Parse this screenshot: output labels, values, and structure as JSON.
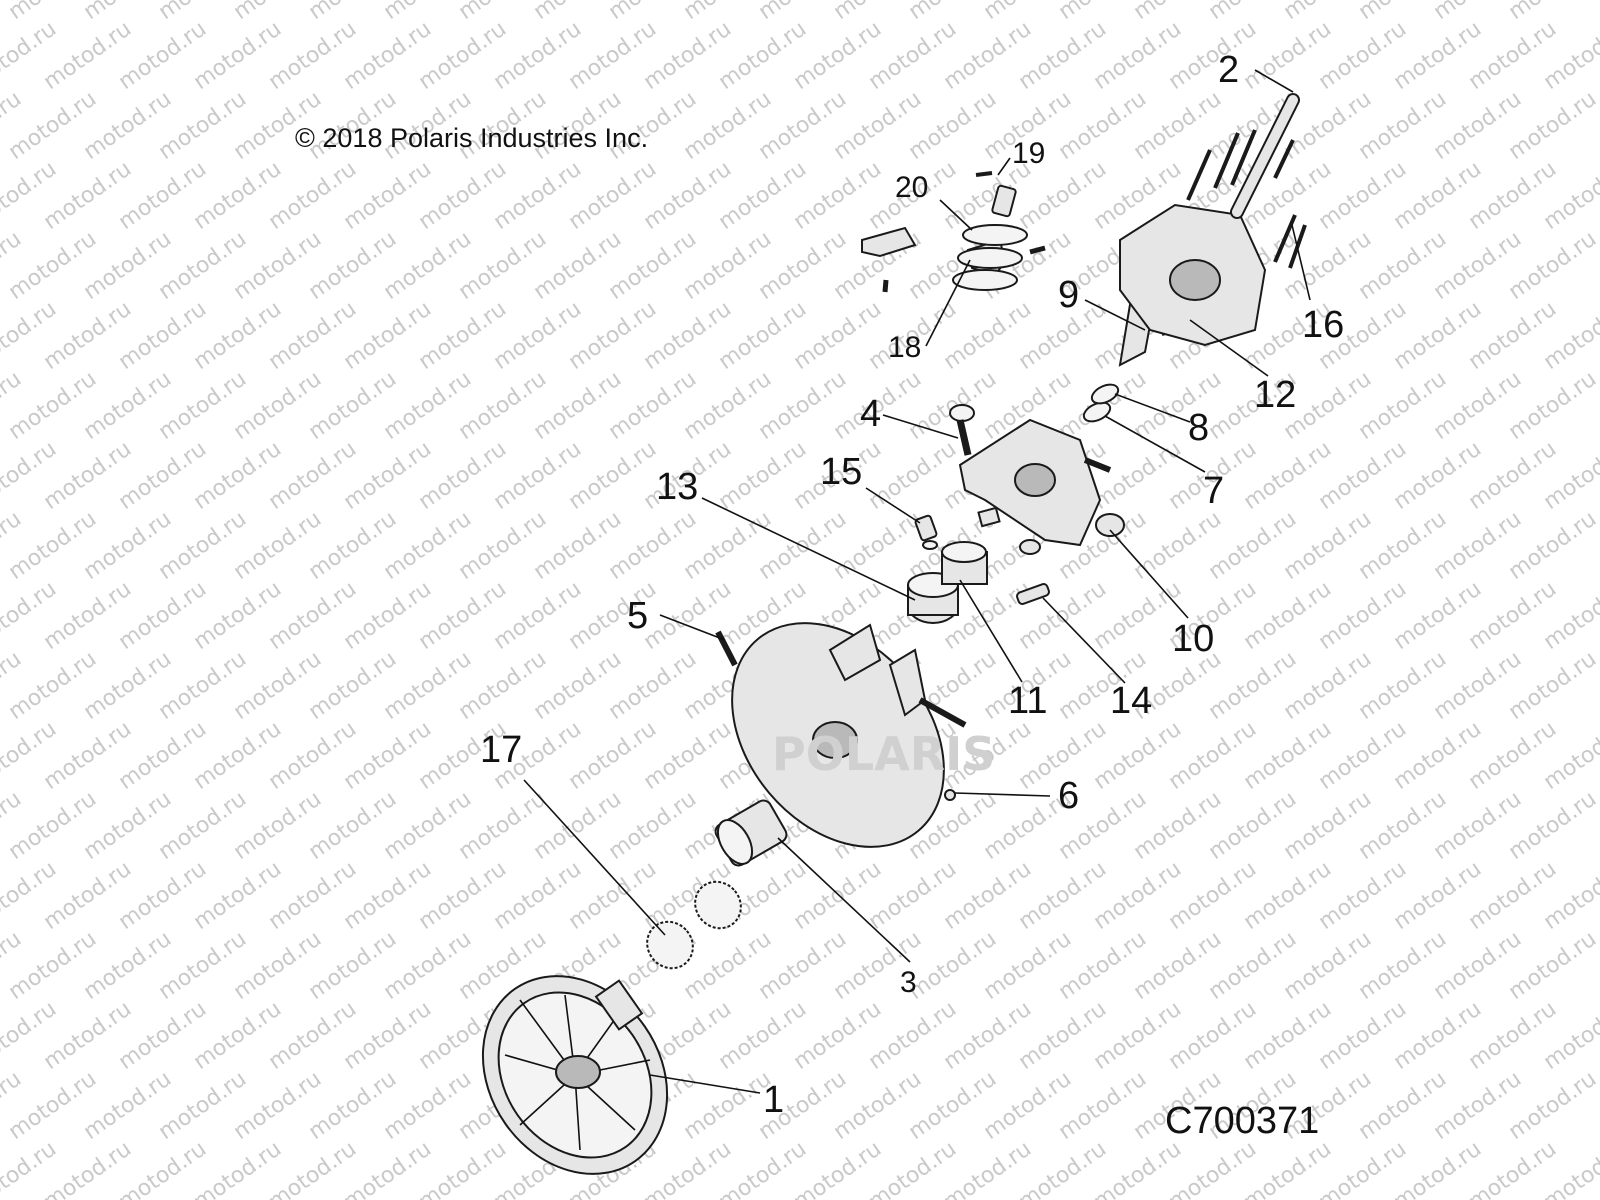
{
  "copyright": "© 2018 Polaris Industries Inc.",
  "figure_code": "C700371",
  "watermark": "motod.ru",
  "brand_mark": "POLARIS",
  "callouts": [
    "1",
    "2",
    "3",
    "4",
    "5",
    "6",
    "7",
    "8",
    "9",
    "10",
    "11",
    "12",
    "13",
    "14",
    "15",
    "16",
    "17",
    "18",
    "19",
    "20"
  ]
}
